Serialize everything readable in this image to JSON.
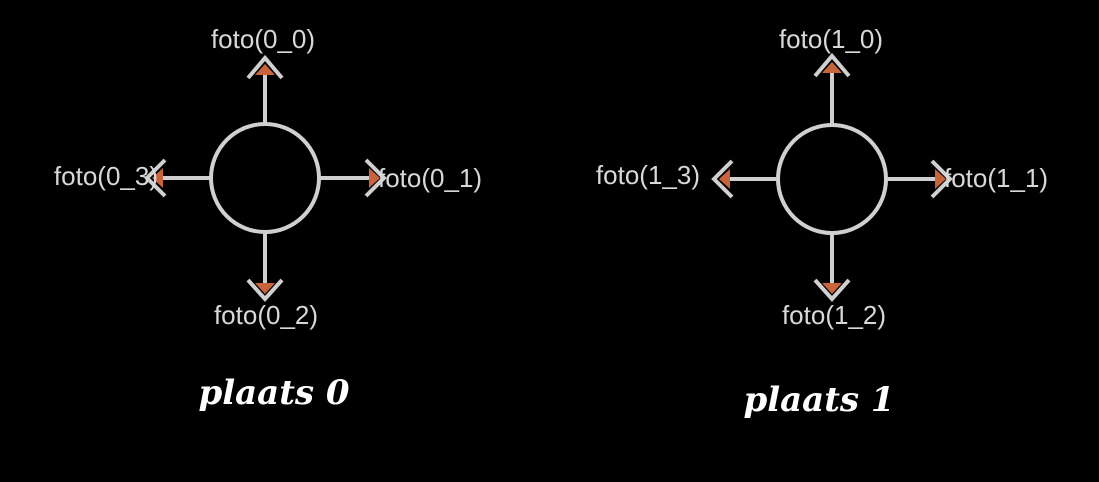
{
  "colors": {
    "background": "#000000",
    "line": "#d0d0d0",
    "arrow_fill": "#c8643c",
    "label_text": "#d8d8d8",
    "place_text": "#ffffff"
  },
  "places": [
    {
      "label": "plaats 0",
      "arrows": {
        "up": "foto(0_0)",
        "right": "foto(0_1)",
        "down": "foto(0_2)",
        "left": "foto(0_3)"
      }
    },
    {
      "label": "plaats 1",
      "arrows": {
        "up": "foto(1_0)",
        "right": "foto(1_1)",
        "down": "foto(1_2)",
        "left": "foto(1_3)"
      }
    }
  ]
}
